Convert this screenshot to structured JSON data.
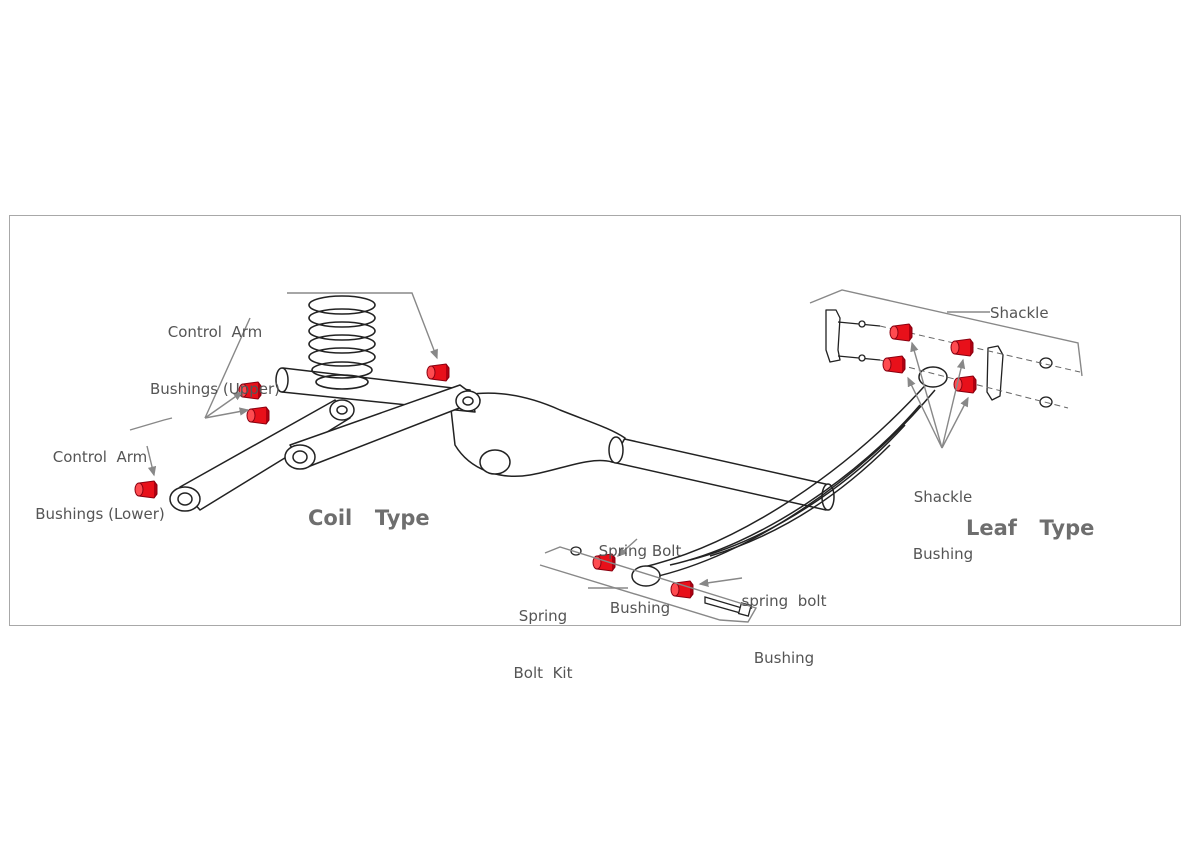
{
  "colors": {
    "bushing": "#e8101a",
    "bushing_dark": "#b00010",
    "line": "#222222",
    "leader": "#888888"
  },
  "labels": {
    "control_arm_upper": {
      "line1": "Control  Arm",
      "line2": "Bushings (Upper)"
    },
    "control_arm_lower": {
      "line1": "Control  Arm",
      "line2": "Bushings (Lower)"
    },
    "coil_type": "Coil  Type",
    "leaf_type": "Leaf  Type",
    "shackle": "Shackle",
    "shackle_bushing": {
      "line1": "Shackle",
      "line2": "Bushing"
    },
    "spring_bolt_bushing_upper": {
      "line1": "Spring Bolt",
      "line2": "Bushing"
    },
    "spring_bolt_bushing_lower": {
      "line1": "spring  bolt",
      "line2": "Bushing"
    },
    "spring_bolt_kit": {
      "line1": "Spring",
      "line2": "Bolt  Kit"
    }
  }
}
